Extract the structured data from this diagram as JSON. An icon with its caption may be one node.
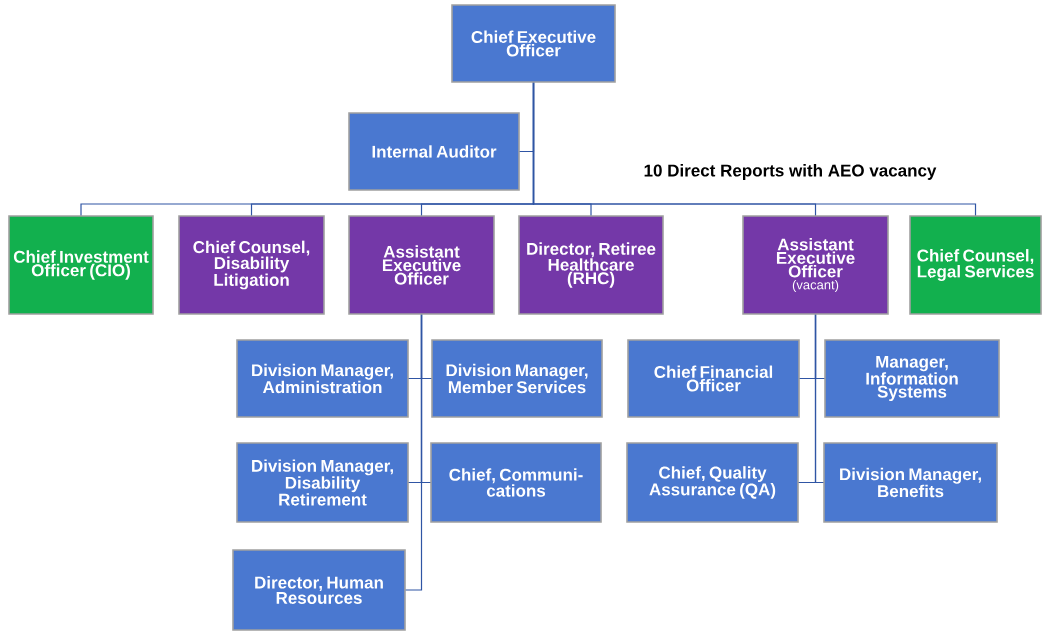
{
  "diagram": {
    "nodes": [
      {
        "text": [
          "Chief Executive Officer"
        ]
      },
      {
        "text": [
          "Internal Auditor"
        ]
      },
      {
        "text": [
          "Chief Investment Officer (CIO)"
        ]
      },
      {
        "text": [
          "Chief Counsel, Disability Litigation"
        ]
      },
      {
        "text": [
          "Assistant Executive Officer"
        ]
      },
      {
        "text": [
          "Director, Retiree Healthcare (RHC)"
        ]
      },
      {
        "text": [
          "Assistant Executive Officer",
          "(vacant)"
        ]
      },
      {
        "text": [
          "Chief Counsel, Legal Services"
        ]
      },
      {
        "text": [
          "Division Manager, Administration"
        ]
      },
      {
        "text": [
          "Division Manager, Member Services"
        ]
      },
      {
        "text": [
          "Division Manager, Disability Retirement"
        ]
      },
      {
        "text": [
          "Chief, Communi- cations"
        ]
      },
      {
        "text": [
          "Director, Human Resources"
        ]
      },
      {
        "text": [
          "Chief Financial Officer"
        ]
      },
      {
        "text": [
          "Manager, Information Systems"
        ]
      },
      {
        "text": [
          "Chief, Quality Assurance (QA)"
        ]
      },
      {
        "text": [
          "Division Manager, Benefits"
        ]
      }
    ],
    "edges": [
      {
        "from": 0,
        "to": 1,
        "arrow": "none"
      },
      {
        "from": 0,
        "to": 2,
        "arrow": "none"
      },
      {
        "from": 0,
        "to": 3,
        "arrow": "none"
      },
      {
        "from": 0,
        "to": 4,
        "arrow": "none"
      },
      {
        "from": 0,
        "to": 5,
        "arrow": "none"
      },
      {
        "from": 0,
        "to": 6,
        "arrow": "none"
      },
      {
        "from": 0,
        "to": 7,
        "arrow": "none"
      },
      {
        "from": 4,
        "to": 8,
        "arrow": "none"
      },
      {
        "from": 4,
        "to": 9,
        "arrow": "none"
      },
      {
        "from": 4,
        "to": 10,
        "arrow": "none"
      },
      {
        "from": 4,
        "to": 11,
        "arrow": "none"
      },
      {
        "from": 4,
        "to": 12,
        "arrow": "none"
      },
      {
        "from": 6,
        "to": 13,
        "arrow": "none"
      },
      {
        "from": 6,
        "to": 14,
        "arrow": "none"
      },
      {
        "from": 6,
        "to": 15,
        "arrow": "none"
      },
      {
        "from": 6,
        "to": 16,
        "arrow": "none"
      }
    ],
    "labels": [
      "10 Direct Reports with AEO vacancy"
    ]
  }
}
